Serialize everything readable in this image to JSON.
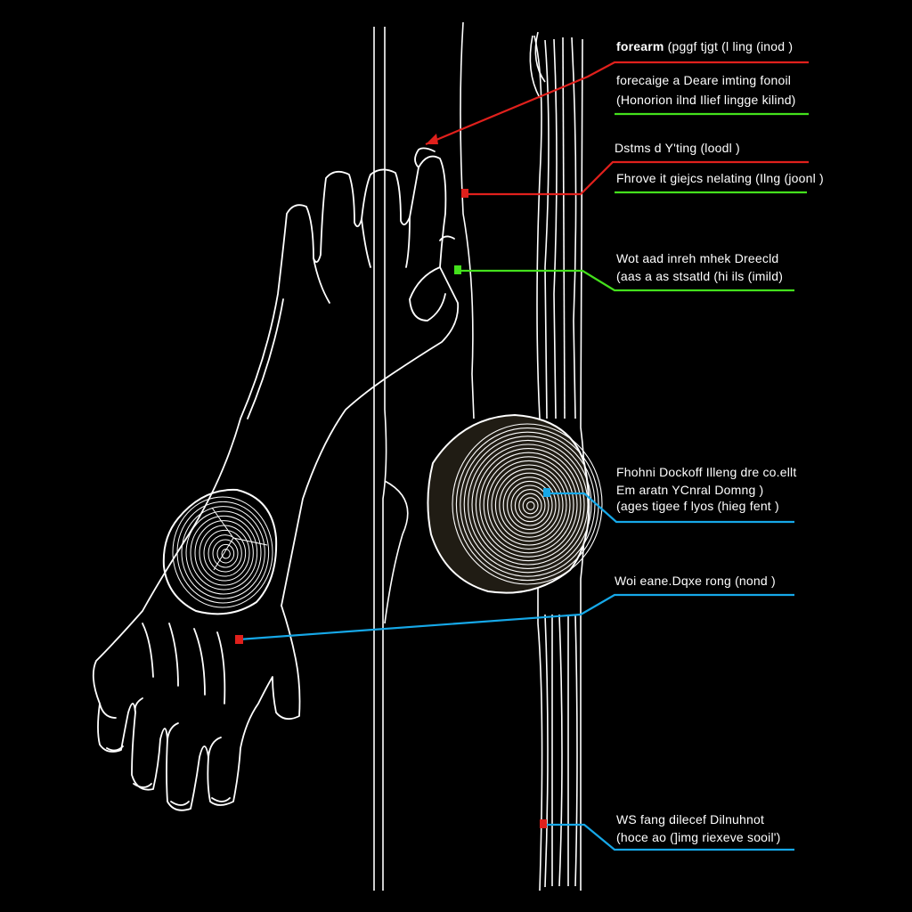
{
  "colors": {
    "background": "#000000",
    "outline": "#ffffff",
    "red": "#e0201c",
    "green": "#44e01c",
    "blue": "#16a8e8",
    "ring_fill": "#201c14"
  },
  "labels": {
    "forearm_title": "forearm",
    "forearm_title_rest": " (pggf tjgt (l ling (inod )",
    "line_1": "forecaige a Deare imting fonoil",
    "line_2": "(Honorion ilnd Ilief lingge kilind)",
    "line_3": "Dstms d Y'ting (loodl )",
    "line_4": "Fhrove it giejcs nelating (Ilng (joonl )",
    "line_5": "Wot aad inreh mhek Dreecld",
    "line_6": "(aas a as stsatld (hi ils (imild)",
    "line_7": "Fhohni Dockoff Illeng dre co.ellt",
    "line_8": "Em aratn  YCnral Domng )",
    "line_9": "(ages tigee f lyos (hieg fent )",
    "line_10": "Woi eane.Dqxe rong (nond )",
    "line_11": "WS fang dilecef  Dilnuhnot",
    "line_12": "(hoce ao (]img riexeve sooil')"
  }
}
